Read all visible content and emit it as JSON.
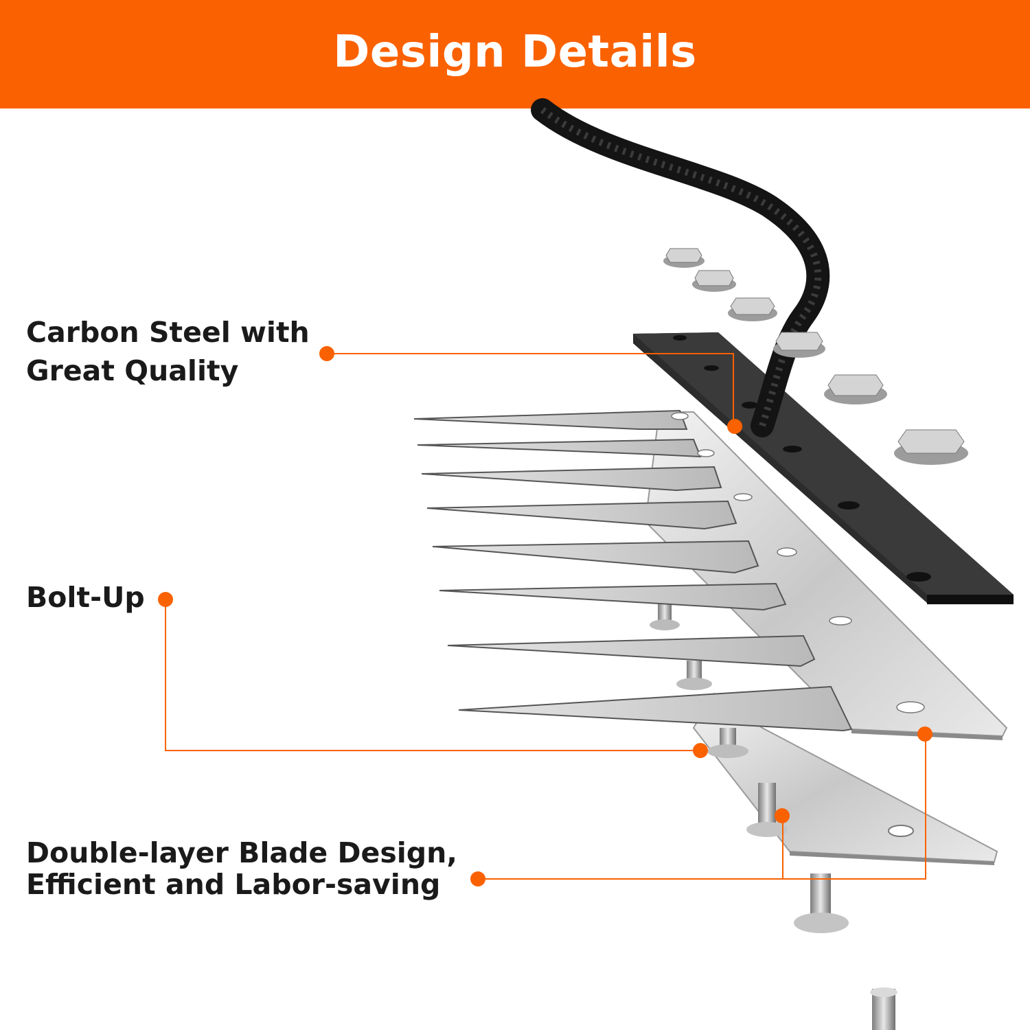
{
  "banner": {
    "title": "Design Details",
    "color": "#fa6100"
  },
  "features": [
    {
      "lines": [
        "Carbon Steel with",
        "Great Quality"
      ]
    },
    {
      "lines": [
        "Bolt-Up"
      ]
    },
    {
      "lines": [
        "Double-layer Blade Design,",
        "Efficient and Labor-saving"
      ]
    }
  ],
  "callout_color": "#fa6100",
  "icons": [
    "hedge-trimmer-blade-exploded-illustration"
  ]
}
